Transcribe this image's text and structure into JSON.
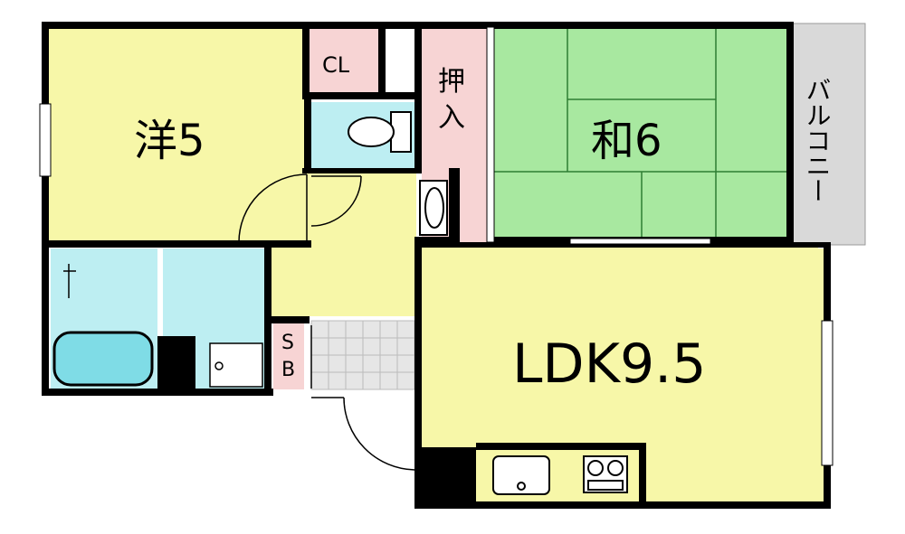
{
  "rooms": {
    "western": "洋5",
    "japanese": "和6",
    "ldk": "LDK9.5",
    "closet": "CL",
    "oshiire_top": "押",
    "oshiire_bottom": "入",
    "shoe_box_top": "S",
    "shoe_box_bottom": "B",
    "balcony": "バルコニー"
  },
  "colors": {
    "western": "#f7f7a8",
    "japanese": "#a8e8a0",
    "ldk": "#f7f7a8",
    "wet_area": "#bdeef2",
    "pink": "#f7d4d4",
    "balcony": "#d9d9d9",
    "wall": "#000000"
  }
}
